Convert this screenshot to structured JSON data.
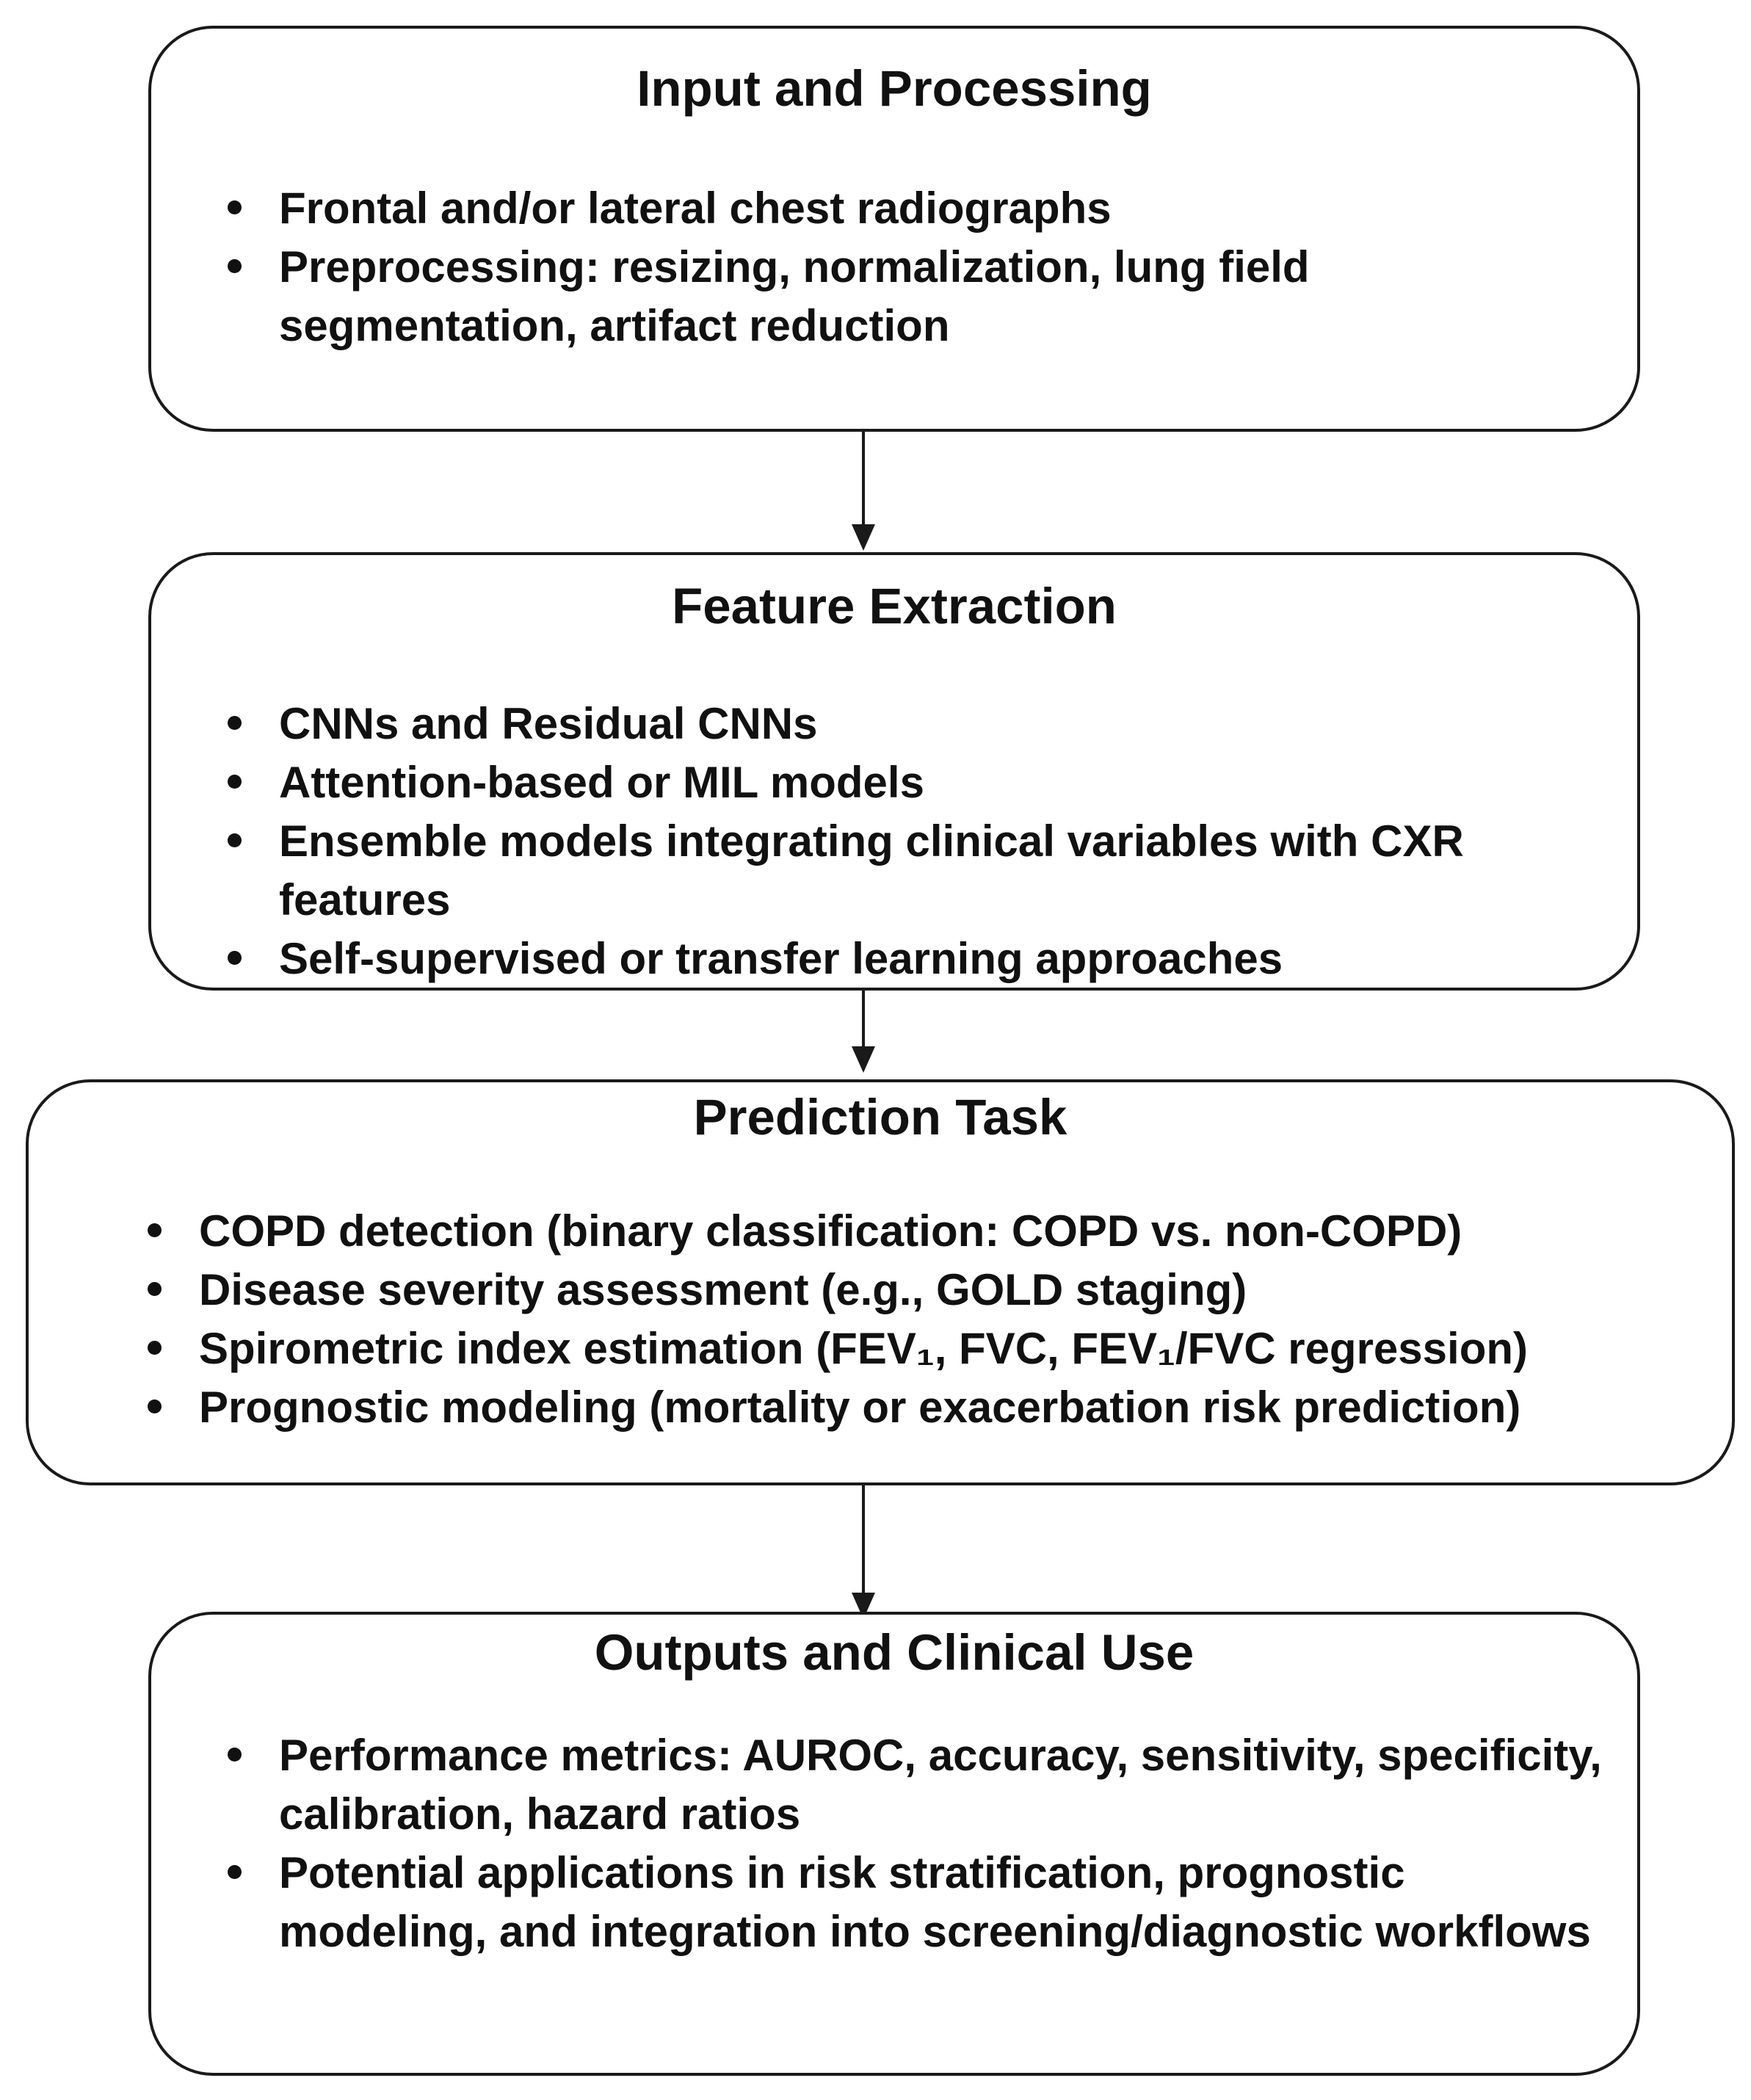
{
  "boxes": [
    {
      "title": "Input and Processing",
      "items": [
        "Frontal and/or lateral chest radiographs",
        "Preprocessing: resizing, normalization, lung field segmentation, artifact reduction"
      ]
    },
    {
      "title": "Feature Extraction",
      "items": [
        "CNNs and Residual CNNs",
        "Attention-based or MIL models",
        "Ensemble models integrating clinical variables with CXR features",
        "Self-supervised or transfer learning approaches"
      ]
    },
    {
      "title": "Prediction Task",
      "items": [
        "COPD detection (binary classification: COPD vs. non-COPD)",
        "Disease severity assessment (e.g., GOLD staging)",
        "Spirometric index estimation (FEV₁, FVC, FEV₁/FVC regression)",
        "Prognostic modeling (mortality or exacerbation risk prediction)"
      ]
    },
    {
      "title": "Outputs and Clinical Use",
      "items": [
        "Performance metrics: AUROC, accuracy, sensitivity, specificity, calibration, hazard ratios",
        "Potential applications in risk stratification, prognostic modeling, and integration into screening/diagnostic workflows"
      ]
    }
  ]
}
